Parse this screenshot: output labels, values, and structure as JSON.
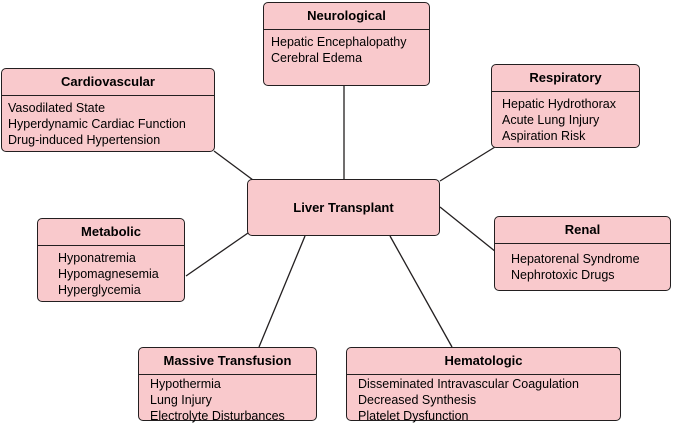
{
  "center": {
    "label": "Liver Transplant"
  },
  "systems": {
    "neurological": {
      "title": "Neurological",
      "items": [
        "Hepatic Encephalopathy",
        "Cerebral Edema"
      ]
    },
    "cardiovascular": {
      "title": "Cardiovascular",
      "items": [
        "Vasodilated State",
        "Hyperdynamic Cardiac Function",
        "Drug-induced Hypertension"
      ]
    },
    "respiratory": {
      "title": "Respiratory",
      "items": [
        "Hepatic Hydrothorax",
        "Acute Lung Injury",
        "Aspiration Risk"
      ]
    },
    "metabolic": {
      "title": "Metabolic",
      "items": [
        "Hyponatremia",
        "Hypomagnesemia",
        "Hyperglycemia"
      ]
    },
    "renal": {
      "title": "Renal",
      "items": [
        "Hepatorenal Syndrome",
        "Nephrotoxic Drugs"
      ]
    },
    "massive_transfusion": {
      "title": "Massive Transfusion",
      "items": [
        "Hypothermia",
        "Lung Injury",
        "Electrolyte Disturbances"
      ]
    },
    "hematologic": {
      "title": "Hematologic",
      "items": [
        "Disseminated Intravascular Coagulation",
        "Decreased Synthesis",
        "Platelet Dysfunction"
      ]
    }
  },
  "colors": {
    "box_fill": "#f9c9cc",
    "border": "#231f20",
    "connector": "#231f20"
  }
}
